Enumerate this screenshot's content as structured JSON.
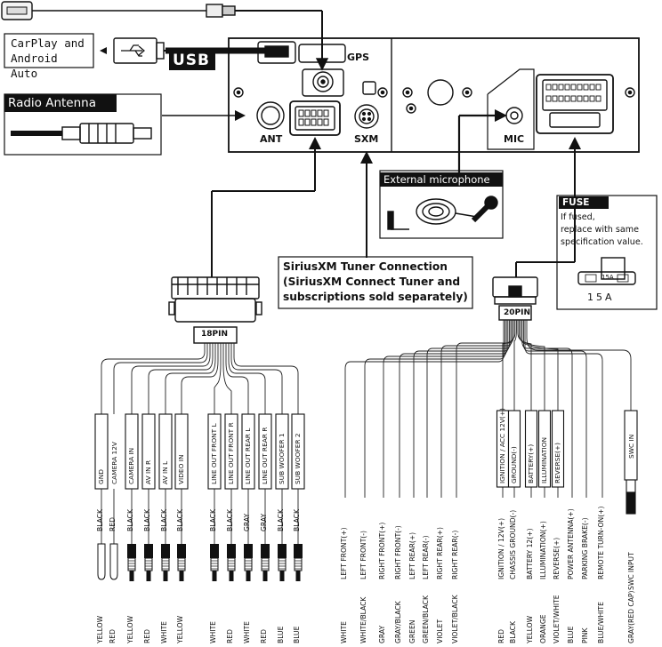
{
  "usb_device": {
    "line1": "CarPlay and",
    "line2": "Android Auto"
  },
  "usb_label": "USB",
  "radio_antenna": "Radio Antenna",
  "unit": {
    "gps": "GPS",
    "ant": "ANT",
    "sxm": "SXM",
    "mic": "MIC"
  },
  "external_microphone": "External microphone",
  "fuse": {
    "title": "FUSE",
    "line1": "If fused,",
    "line2": "replace with same",
    "line3": "specification value.",
    "rating": "15A",
    "fuse_marking": "15A"
  },
  "sirius": {
    "line1": "SiriusXM Tuner Connection",
    "line2": "(SiriusXM Connect Tuner and",
    "line3": "subscriptions sold separately)"
  },
  "pin18": {
    "label": "18PIN",
    "wires": [
      {
        "tag": "GND",
        "upper": "BLACK",
        "lower": "YELLOW"
      },
      {
        "tag": "CAMERA 12V",
        "upper": "RED",
        "lower": "RED"
      },
      {
        "tag": "CAMERA IN",
        "upper": "BLACK",
        "lower": "YELLOW"
      },
      {
        "tag": "AV IN R",
        "upper": "BLACK",
        "lower": "RED"
      },
      {
        "tag": "AV IN L",
        "upper": "BLACK",
        "lower": "WHITE"
      },
      {
        "tag": "VIDEO IN",
        "upper": "BLACK",
        "lower": "YELLOW"
      },
      {
        "tag": "LINE OUT FRONT L",
        "upper": "BLACK",
        "lower": "WHITE"
      },
      {
        "tag": "LINE OUT FRONT R",
        "upper": "BLACK",
        "lower": "RED"
      },
      {
        "tag": "LINE OUT REAR L",
        "upper": "GRAY",
        "lower": "WHITE"
      },
      {
        "tag": "LINE OUT REAR R",
        "upper": "GRAY",
        "lower": "RED"
      },
      {
        "tag": "SUB WOOFER 1",
        "upper": "BLACK",
        "lower": "BLUE"
      },
      {
        "tag": "SUB WOOFER 2",
        "upper": "BLACK",
        "lower": "BLUE"
      }
    ]
  },
  "pin20": {
    "label": "20PIN",
    "wires": [
      {
        "function": "LEFT FRONT(+)",
        "color": "WHITE"
      },
      {
        "function": "LEFT FRONT(-)",
        "color": "WHITE/BLACK"
      },
      {
        "function": "RIGHT FRONT(+)",
        "color": "GRAY"
      },
      {
        "function": "RIGHT FRONT(-)",
        "color": "GRAY/BLACK"
      },
      {
        "function": "LEFT REAR(+)",
        "color": "GREEN"
      },
      {
        "function": "LEFT REAR(-)",
        "color": "GREEN/BLACK"
      },
      {
        "function": "RIGHT REAR(+)",
        "color": "VIOLET"
      },
      {
        "function": "RIGHT REAR(-)",
        "color": "VIOLET/BLACK"
      },
      {
        "function": "IGNITION / 12V(+)",
        "color": "RED",
        "tag": "IGNITION / ACC 12V(+)"
      },
      {
        "function": "CHASSIS GROUND(-)",
        "color": "BLACK",
        "tag": "GROUND(-)"
      },
      {
        "function": "BATTERY 12(+)",
        "color": "YELLOW",
        "tag": "BATTERY(+)"
      },
      {
        "function": "ILLUMINATION(+)",
        "color": "ORANGE",
        "tag": "ILLUMINATION"
      },
      {
        "function": "REVERSE(+)",
        "color": "VIOLET/WHITE",
        "tag": "REVERSE(+)"
      },
      {
        "function": "POWER ANTENNA(+)",
        "color": "BLUE"
      },
      {
        "function": "PARKING BRAKE(-)",
        "color": "PINK"
      },
      {
        "function": "REMOTE TURN-ON(+)",
        "color": "BLUE/WHITE"
      }
    ],
    "swc_tag": "SWC IN",
    "swc_function": "SWC INPUT",
    "swc_color": "GRAY(RED CAP)"
  }
}
